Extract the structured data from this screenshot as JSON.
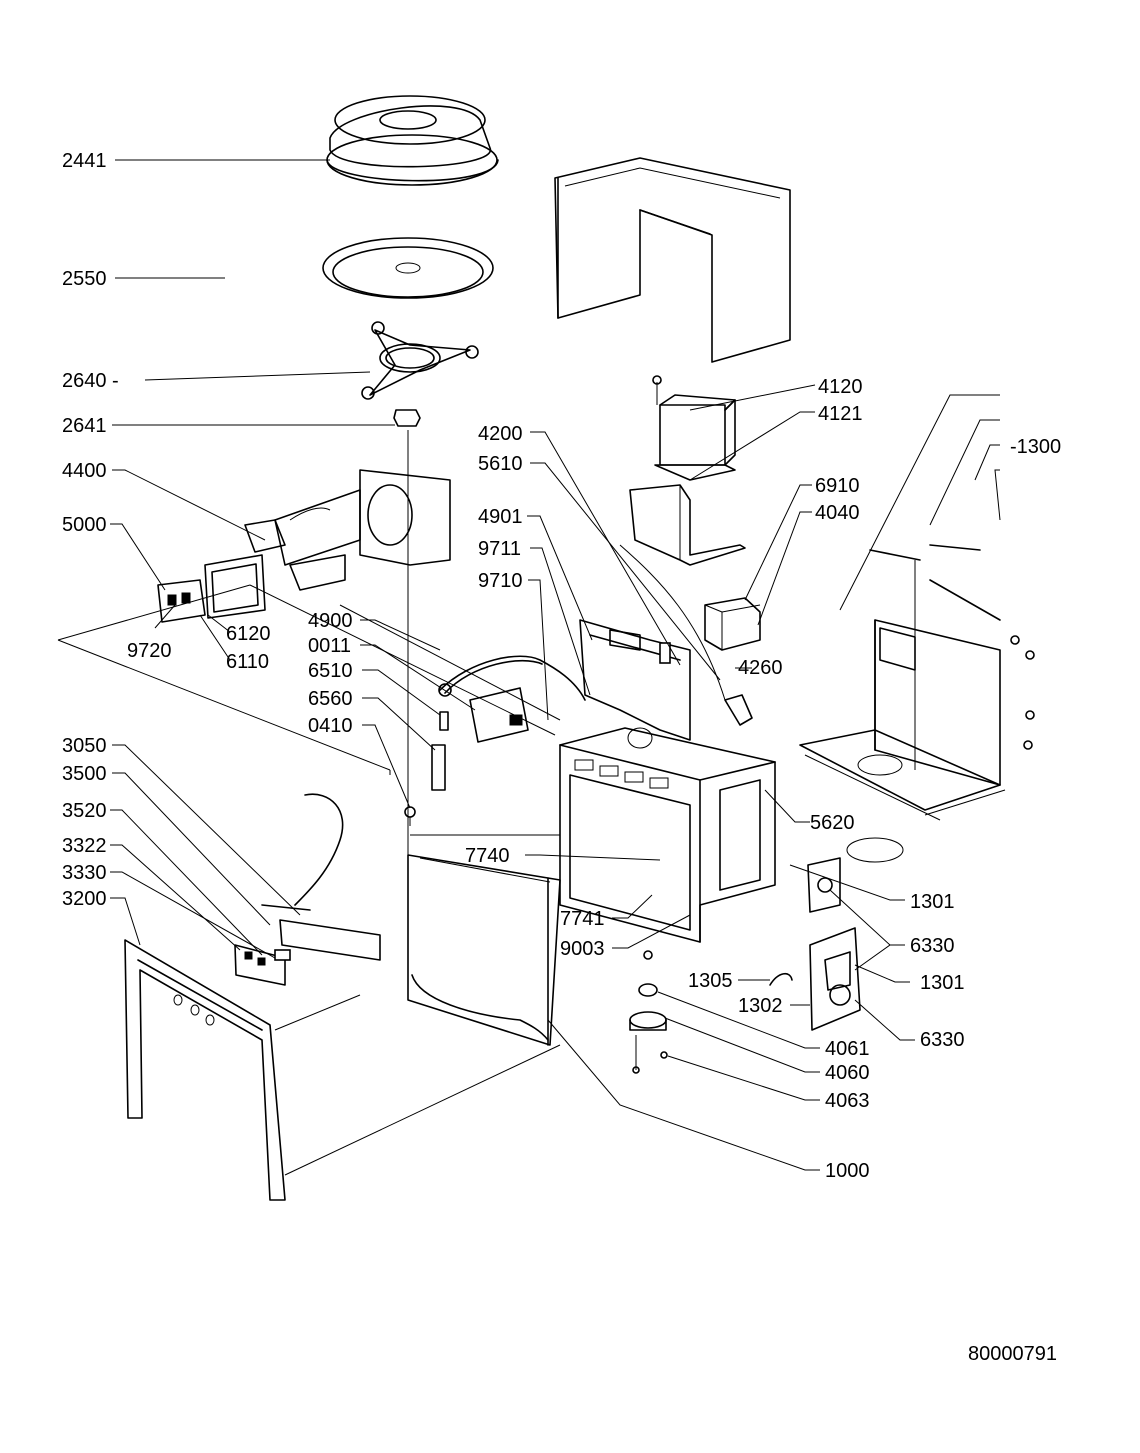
{
  "document_number": "80000791",
  "part_labels": [
    {
      "id": "p2441",
      "text": "2441"
    },
    {
      "id": "p2550",
      "text": "2550"
    },
    {
      "id": "p2640",
      "text": "2640 -"
    },
    {
      "id": "p2641",
      "text": "2641"
    },
    {
      "id": "p4400",
      "text": "4400"
    },
    {
      "id": "p5000",
      "text": "5000"
    },
    {
      "id": "p9720",
      "text": "9720"
    },
    {
      "id": "p6120",
      "text": "6120"
    },
    {
      "id": "p6110",
      "text": "6110"
    },
    {
      "id": "p4200",
      "text": "4200"
    },
    {
      "id": "p5610",
      "text": "5610"
    },
    {
      "id": "p4901",
      "text": "4901"
    },
    {
      "id": "p9711",
      "text": "9711"
    },
    {
      "id": "p9710",
      "text": "9710"
    },
    {
      "id": "p4900",
      "text": "4900"
    },
    {
      "id": "p0011",
      "text": "0011"
    },
    {
      "id": "p6510",
      "text": "6510"
    },
    {
      "id": "p6560",
      "text": "6560"
    },
    {
      "id": "p0410",
      "text": "0410"
    },
    {
      "id": "p4120",
      "text": "4120"
    },
    {
      "id": "p4121",
      "text": "4121"
    },
    {
      "id": "p1300",
      "text": "-1300"
    },
    {
      "id": "p6910",
      "text": "6910"
    },
    {
      "id": "p4040",
      "text": "4040"
    },
    {
      "id": "p4260",
      "text": "4260"
    },
    {
      "id": "p5620",
      "text": "5620"
    },
    {
      "id": "p3050",
      "text": "3050"
    },
    {
      "id": "p3500",
      "text": "3500"
    },
    {
      "id": "p3520",
      "text": "3520"
    },
    {
      "id": "p3322",
      "text": "3322"
    },
    {
      "id": "p3330",
      "text": "3330"
    },
    {
      "id": "p3200",
      "text": "3200"
    },
    {
      "id": "p7740",
      "text": "7740"
    },
    {
      "id": "p7741",
      "text": "7741"
    },
    {
      "id": "p9003",
      "text": "9003"
    },
    {
      "id": "p1301a",
      "text": "1301"
    },
    {
      "id": "p6330a",
      "text": "6330"
    },
    {
      "id": "p1305",
      "text": "1305"
    },
    {
      "id": "p1301b",
      "text": "1301"
    },
    {
      "id": "p1302",
      "text": "1302"
    },
    {
      "id": "p6330b",
      "text": "6330"
    },
    {
      "id": "p4061",
      "text": "4061"
    },
    {
      "id": "p4060",
      "text": "4060"
    },
    {
      "id": "p4063",
      "text": "4063"
    },
    {
      "id": "p1000",
      "text": "1000"
    }
  ]
}
